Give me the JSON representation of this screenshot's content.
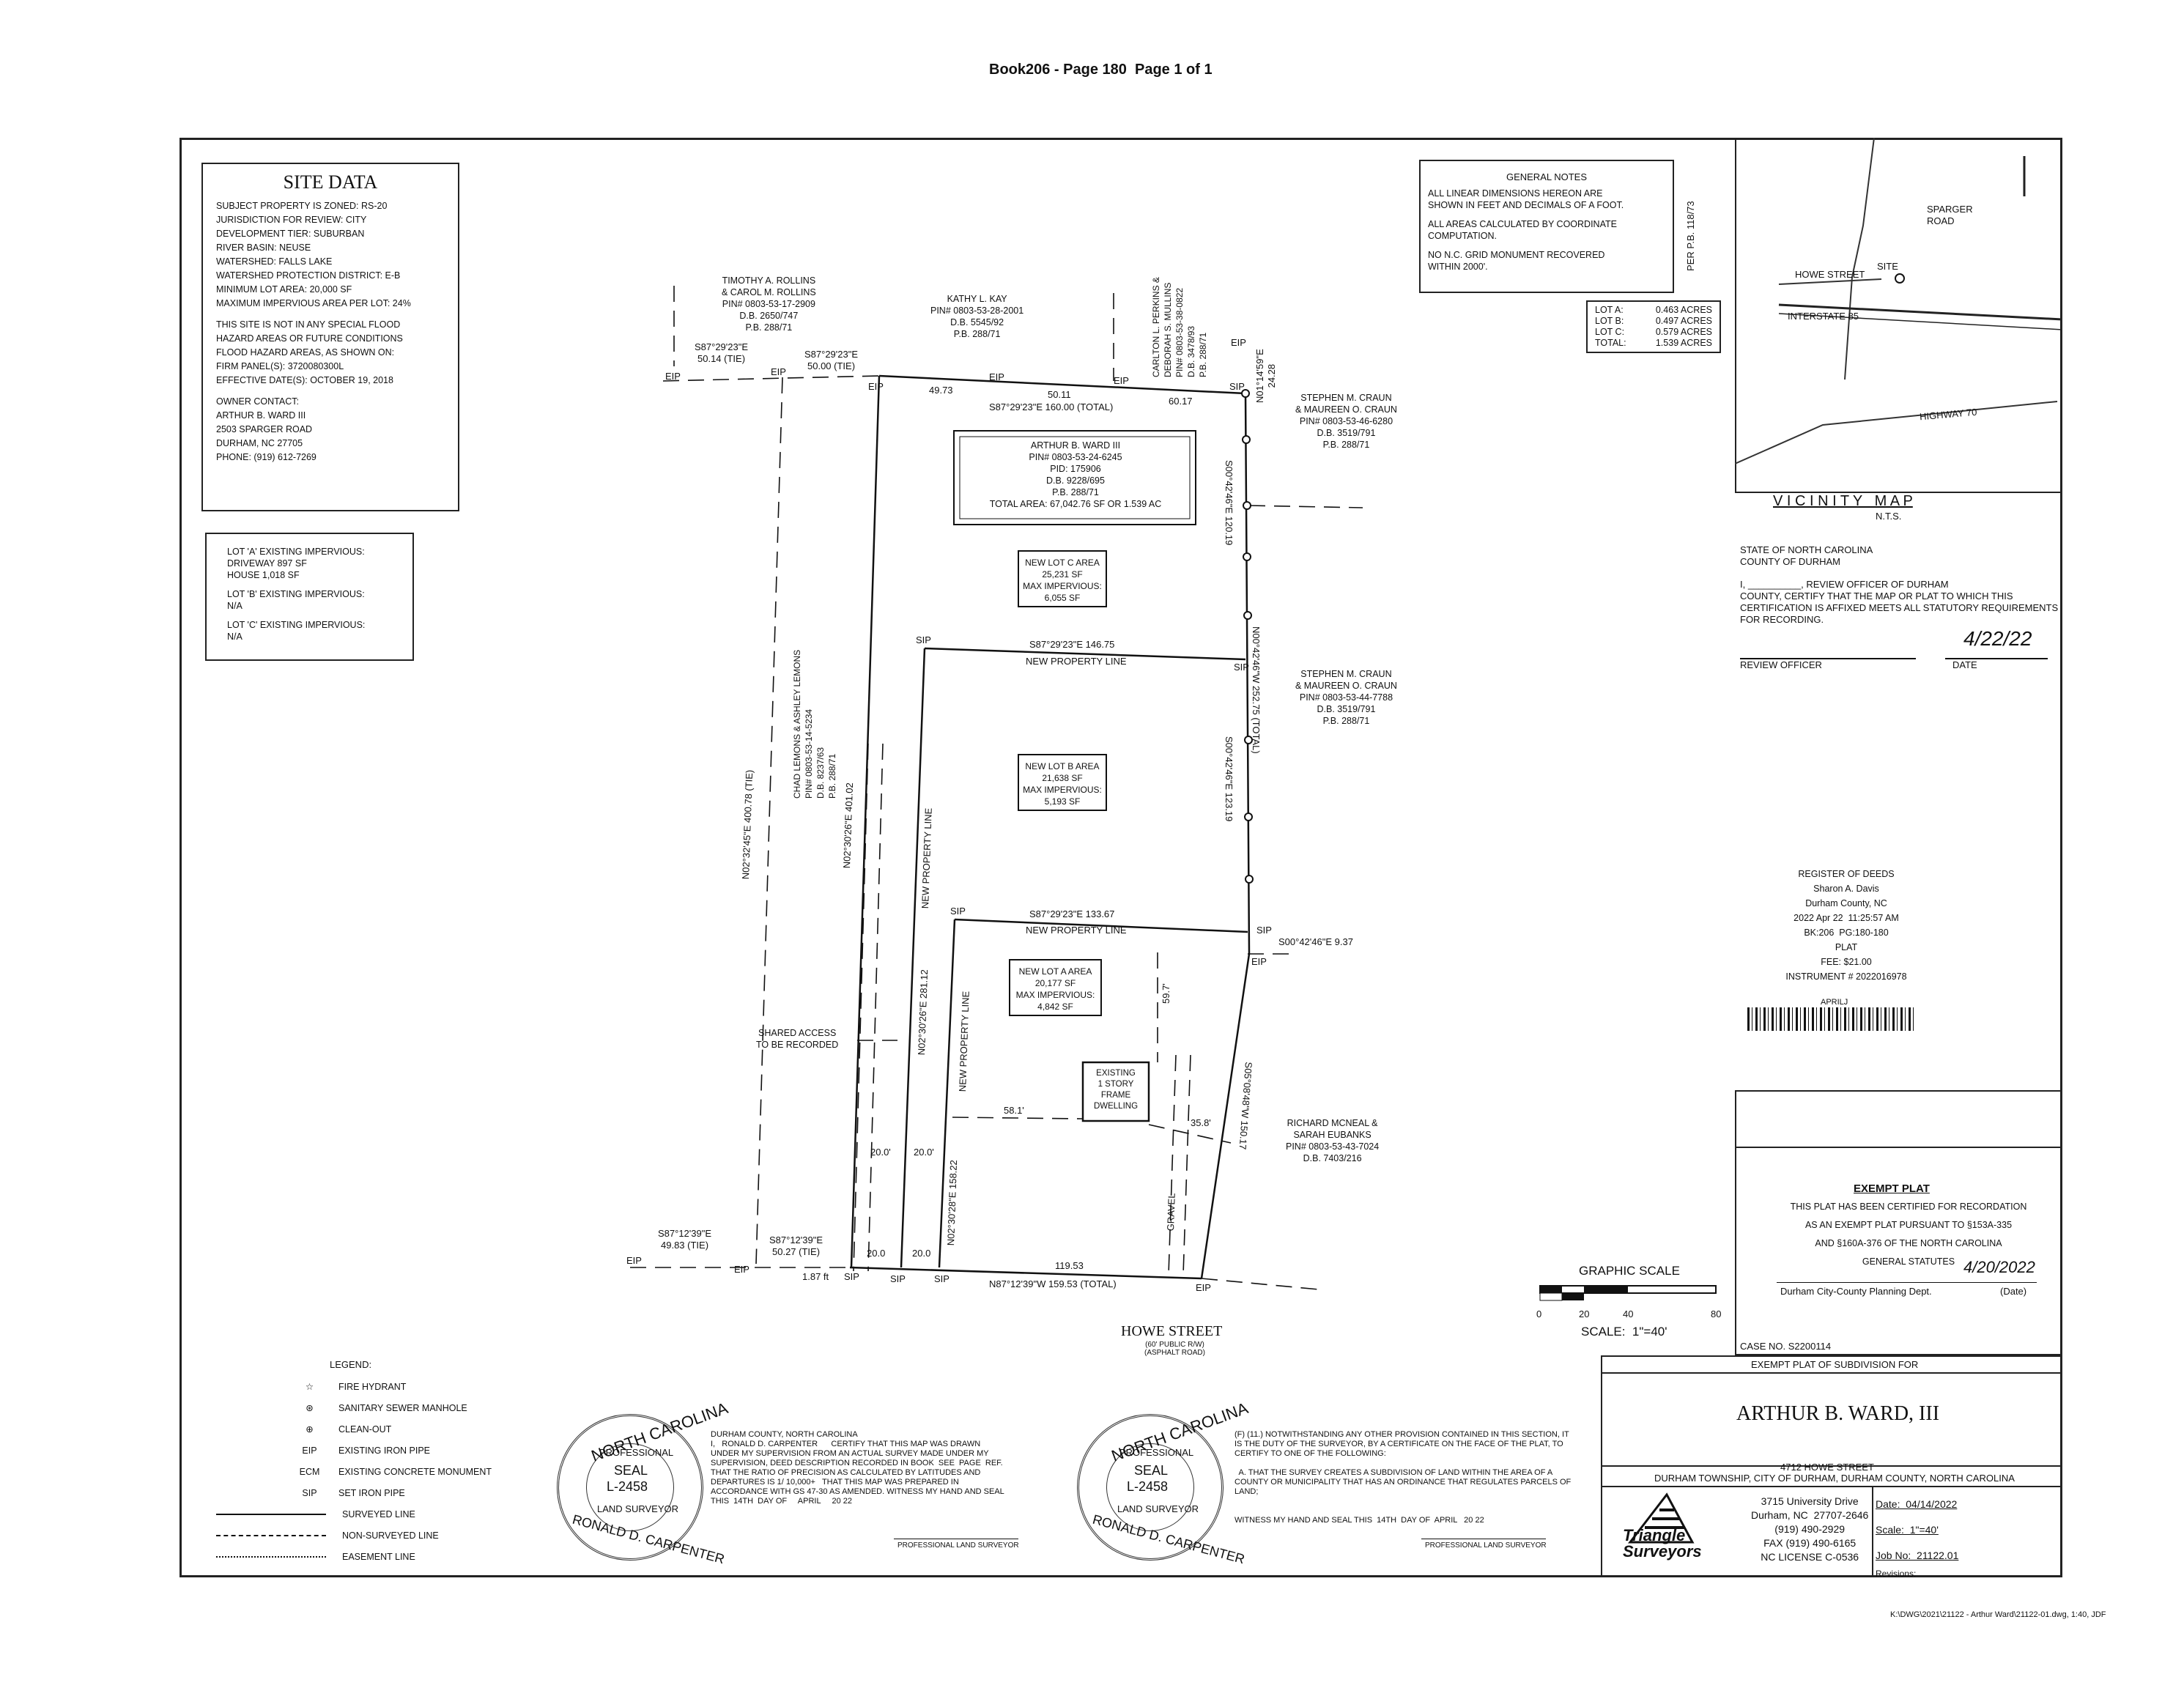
{
  "header": "Book206 - Page 180  Page 1 of 1",
  "footer_path": "K:\\DWG\\2021\\21122 - Arthur Ward\\21122-01.dwg, 1:40, JDF",
  "site_data": {
    "title": "SITE DATA",
    "lines": [
      "SUBJECT PROPERTY IS ZONED: RS-20",
      "JURISDICTION FOR REVIEW: CITY",
      "DEVELOPMENT TIER: SUBURBAN",
      "RIVER BASIN: NEUSE",
      "WATERSHED: FALLS LAKE",
      "WATERSHED PROTECTION DISTRICT: E-B",
      "MINIMUM LOT AREA: 20,000 SF",
      "MAXIMUM IMPERVIOUS AREA PER LOT: 24%",
      "THIS SITE IS NOT IN ANY SPECIAL FLOOD",
      "HAZARD AREAS OR FUTURE CONDITIONS",
      "FLOOD HAZARD AREAS, AS SHOWN ON:",
      "FIRM PANEL(S): 3720080300L",
      "EFFECTIVE DATE(S): OCTOBER 19, 2018",
      "OWNER CONTACT:",
      "ARTHUR B. WARD III",
      "2503 SPARGER ROAD",
      "DURHAM, NC 27705",
      "PHONE: (919) 612-7269"
    ]
  },
  "impervious": [
    "LOT 'A' EXISTING IMPERVIOUS:",
    "DRIVEWAY 897 SF",
    "HOUSE 1,018 SF",
    "LOT 'B' EXISTING IMPERVIOUS:",
    "N/A",
    "LOT 'C' EXISTING IMPERVIOUS:",
    "N/A"
  ],
  "general_notes": {
    "title": "GENERAL NOTES",
    "lines": [
      "ALL LINEAR DIMENSIONS HEREON ARE",
      "SHOWN IN FEET AND DECIMALS OF A FOOT.",
      "ALL AREAS CALCULATED BY COORDINATE",
      "COMPUTATION.",
      "NO N.C. GRID MONUMENT RECOVERED",
      "WITHIN 2000'."
    ]
  },
  "lot_table": [
    {
      "lot": "LOT A:",
      "acres": "0.463 ACRES"
    },
    {
      "lot": "LOT B:",
      "acres": "0.497 ACRES"
    },
    {
      "lot": "LOT C:",
      "acres": "0.579 ACRES"
    },
    {
      "lot": "TOTAL:",
      "acres": "1.539 ACRES"
    }
  ],
  "per_pb": "PER P.B. 118/73",
  "vicinity": {
    "title": "V I C I N I T Y   M A P",
    "nts": "N.T.S.",
    "sparger": "SPARGER\nROAD",
    "howe": "HOWE STREET",
    "site": "SITE",
    "i85": "INTERSTATE 85",
    "hwy70": "HIGHWAY 70"
  },
  "review": {
    "lines": [
      "STATE OF NORTH CAROLINA",
      "COUNTY OF DURHAM"
    ],
    "cert": "I, __________, REVIEW OFFICER OF DURHAM\nCOUNTY, CERTIFY THAT THE MAP OR PLAT TO WHICH THIS\nCERTIFICATION IS AFFIXED MEETS ALL STATUTORY REQUIREMENTS\nFOR RECORDING.",
    "officer": "REVIEW OFFICER",
    "date_label": "DATE",
    "date": "4/22/22"
  },
  "register": {
    "lines": [
      "REGISTER OF DEEDS",
      "Sharon A. Davis",
      "Durham County, NC",
      "2022 Apr 22  11:25:57 AM",
      "BK:206  PG:180-180",
      "PLAT",
      "FEE: $21.00",
      "INSTRUMENT # 2022016978"
    ],
    "barcode_label": "APRILJ"
  },
  "exempt": {
    "title": "EXEMPT PLAT",
    "lines": [
      "THIS PLAT HAS BEEN CERTIFIED FOR RECORDATION",
      "AS AN EXEMPT PLAT PURSUANT TO §153A-335",
      "AND §160A-376 OF THE NORTH CAROLINA",
      "GENERAL STATUTES"
    ],
    "date": "4/20/2022",
    "dept": "Durham City-County Planning Dept.",
    "date_label": "(Date)"
  },
  "case_no": "CASE NO. S2200114",
  "title_block": {
    "heading": "EXEMPT PLAT OF SUBDIVISION FOR",
    "owner": "ARTHUR B. WARD, III",
    "street": "4712 HOWE STREET",
    "township": "DURHAM TOWNSHIP, CITY OF DURHAM, DURHAM COUNTY, NORTH CAROLINA",
    "company": "Triangle\nSurveyors",
    "address": "3715 University Drive\nDurham, NC  27707-2646\n(919) 490-2929\nFAX (919) 490-6165\nNC LICENSE C-0536",
    "date": "Date:  04/14/2022",
    "scale": "Scale:  1\"=40'",
    "job": "Job No:  21122.01",
    "revisions": "Revisions:"
  },
  "graphic_scale": {
    "title": "GRAPHIC SCALE",
    "ticks": [
      "0",
      "20",
      "40",
      "80"
    ],
    "scale": "SCALE:  1\"=40'"
  },
  "legend": {
    "title": "LEGEND:",
    "items": [
      {
        "sym": "☆",
        "label": "FIRE HYDRANT"
      },
      {
        "sym": "⊛",
        "label": "SANITARY SEWER MANHOLE"
      },
      {
        "sym": "⊕",
        "label": "CLEAN-OUT"
      },
      {
        "sym": "EIP",
        "label": "EXISTING IRON PIPE"
      },
      {
        "sym": "ECM",
        "label": "EXISTING CONCRETE MONUMENT"
      },
      {
        "sym": "SIP",
        "label": "SET IRON PIPE"
      },
      {
        "sym": "",
        "label": "SURVEYED LINE"
      },
      {
        "sym": "",
        "label": "NON-SURVEYED LINE"
      },
      {
        "sym": "",
        "label": "EASEMENT LINE"
      }
    ]
  },
  "seal": {
    "top": "NORTH CAROLINA",
    "prof": "PROFESSIONAL",
    "seal": "SEAL",
    "num": "L-2458",
    "bottom": "LAND SURVEYOR",
    "name": "RONALD D. CARPENTER"
  },
  "cert1": "DURHAM COUNTY, NORTH CAROLINA\nI,   RONALD D. CARPENTER      CERTIFY THAT THIS MAP WAS DRAWN\nUNDER MY SUPERVISION FROM AN ACTUAL SURVEY MADE UNDER MY\nSUPERVISION, DEED DESCRIPTION RECORDED IN BOOK  SEE  PAGE  REF.\nTHAT THE RATIO OF PRECISION AS CALCULATED BY LATITUDES AND\nDEPARTURES IS 1/ 10,000+   THAT THIS MAP WAS PREPARED IN\nACCORDANCE WITH GS 47-30 AS AMENDED. WITNESS MY HAND AND SEAL\nTHIS  14TH  DAY OF     APRIL     20 22",
  "cert1_sig": "PROFESSIONAL LAND SURVEYOR",
  "cert2": "(F) (11.) NOTWITHSTANDING ANY OTHER PROVISION CONTAINED IN THIS SECTION, IT\nIS THE DUTY OF THE SURVEYOR, BY A CERTIFICATE ON THE FACE OF THE PLAT, TO\nCERTIFY TO ONE OF THE FOLLOWING:\n\n  A. THAT THE SURVEY CREATES A SUBDIVISION OF LAND WITHIN THE AREA OF A\nCOUNTY OR MUNICIPALITY THAT HAS AN ORDINANCE THAT REGULATES PARCELS OF\nLAND;\n\n\nWITNESS MY HAND AND SEAL THIS  14TH  DAY OF  APRIL   20 22",
  "cert2_sig": "PROFESSIONAL LAND SURVEYOR",
  "plat": {
    "rollins": "TIMOTHY A. ROLLINS\n& CAROL M. ROLLINS\nPIN# 0803-53-17-2909\nD.B. 2650/747\nP.B. 288/71",
    "kay": "KATHY L. KAY\nPIN# 0803-53-28-2001\nD.B. 5545/92\nP.B. 288/71",
    "perkins": "CARLTON L. PERKINS &\nDEBORAH S. MULLINS\nPIN# 0803-53-38-0822\nD.B. 3478/93\nP.B. 288/71",
    "craun1": "STEPHEN M. CRAUN\n& MAUREEN O. CRAUN\nPIN# 0803-53-46-6280\nD.B. 3519/791\nP.B. 288/71",
    "craun2": "STEPHEN M. CRAUN\n& MAUREEN O. CRAUN\nPIN# 0803-53-44-7788\nD.B. 3519/791\nP.B. 288/71",
    "mcneal": "RICHARD MCNEAL &\nSARAH EUBANKS\nPIN# 0803-53-43-7024\nD.B. 7403/216",
    "lemons": "CHAD LEMONS & ASHLEY LEMONS\nPIN# 0803-53-14-5234\nD.B. 8237/63\nP.B. 288/71",
    "ward": "ARTHUR B. WARD III\nPIN# 0803-53-24-6245\nPID: 175906\nD.B. 9228/695\nP.B. 288/71\nTOTAL AREA: 67,042.76 SF OR 1.539 AC",
    "lotc": "NEW LOT C AREA\n25,231 SF\nMAX IMPERVIOUS:\n6,055 SF",
    "lotb": "NEW LOT B AREA\n21,638 SF\nMAX IMPERVIOUS:\n5,193 SF",
    "lota": "NEW LOT A AREA\n20,177 SF\nMAX IMPERVIOUS:\n4,842 SF",
    "dwelling": "EXISTING\n1 STORY\nFRAME\nDWELLING",
    "shared": "SHARED ACCESS\nTO BE RECORDED",
    "howe": "HOWE STREET",
    "howe_sub": "(60' PUBLIC R/W)\n(ASPHALT ROAD)",
    "npl": "NEW PROPERTY LINE",
    "gravel": "GRAVEL",
    "eip": "EIP",
    "sip": "SIP",
    "b_top1": "S87°29'23\"E\n50.14 (TIE)",
    "b_top2": "S87°29'23\"E\n50.00 (TIE)",
    "b_top3": "49.73",
    "b_top4": "50.11",
    "b_top5": "60.17",
    "b_top_total": "S87°29'23\"E 160.00 (TOTAL)",
    "b_c": "S87°29'23\"E 146.75",
    "b_a": "S87°29'23\"E 133.67",
    "b_bot1": "S87°12'39\"E\n49.83 (TIE)",
    "b_bot2": "S87°12'39\"E\n50.27 (TIE)",
    "b_bot3": "1.87 ft",
    "b_bot4": "20.0",
    "b_bot5": "119.53",
    "b_bot_total": "N87°12'39\"W 159.53 (TOTAL)",
    "b_sip": "S00°42'46\"E 9.37",
    "v_west1": "N02°32'45\"E 400.78 (TIE)",
    "v_west2": "N02°30'26\"E 401.02",
    "v_mid1": "N02°30'26\"E 281.12",
    "v_mid2": "N02°30'28\"E 158.22",
    "v_east1": "N01°14'59\"E\n24.28",
    "v_east2": "S00°42'46\"E 120.19",
    "v_east3": "N00°42'46\"W 252.75 (TOTAL)",
    "v_east4": "S00°42'46\"E 123.19",
    "v_east5": "S05°08'48\"W 150.17",
    "d58": "58.1'",
    "d35": "35.8'",
    "d59": "59.7'",
    "d20a": "20.0'",
    "d20b": "20.0'",
    "d20c": "20.0"
  }
}
